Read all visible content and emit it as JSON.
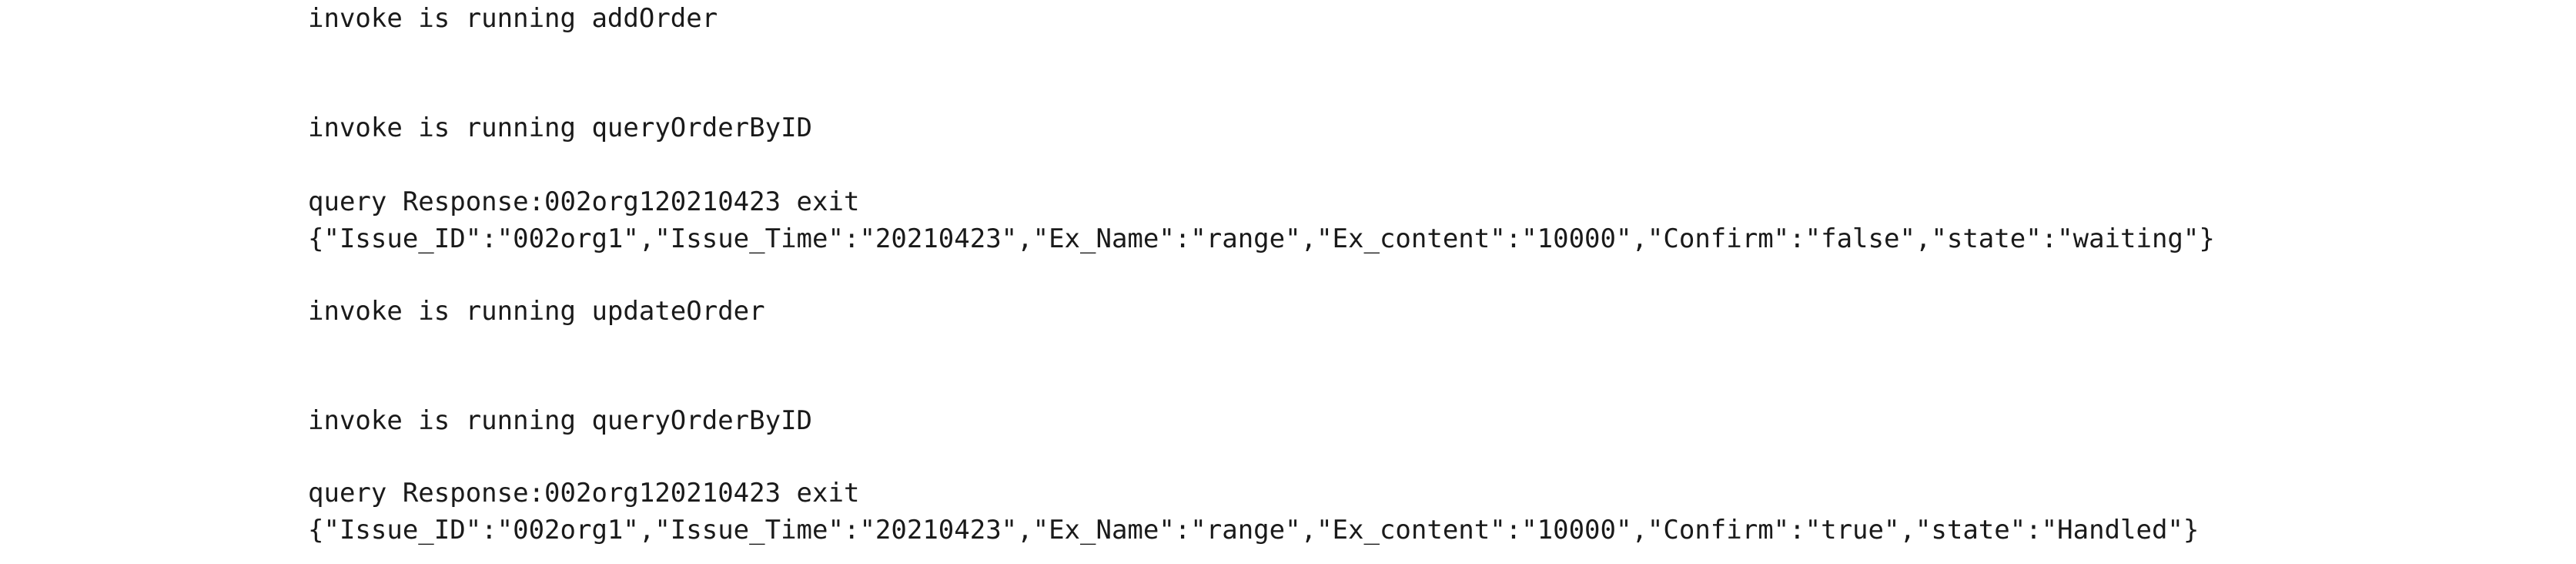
{
  "console": {
    "lines": [
      "invoke is running addOrder",
      "invoke is running queryOrderByID",
      "query Response:002org120210423 exit",
      "{\"Issue_ID\":\"002org1\",\"Issue_Time\":\"20210423\",\"Ex_Name\":\"range\",\"Ex_content\":\"10000\",\"Confirm\":\"false\",\"state\":\"waiting\"}",
      "invoke is running updateOrder",
      "invoke is running queryOrderByID",
      "query Response:002org120210423 exit",
      "{\"Issue_ID\":\"002org1\",\"Issue_Time\":\"20210423\",\"Ex_Name\":\"range\",\"Ex_content\":\"10000\",\"Confirm\":\"true\",\"state\":\"Handled\"}"
    ]
  }
}
